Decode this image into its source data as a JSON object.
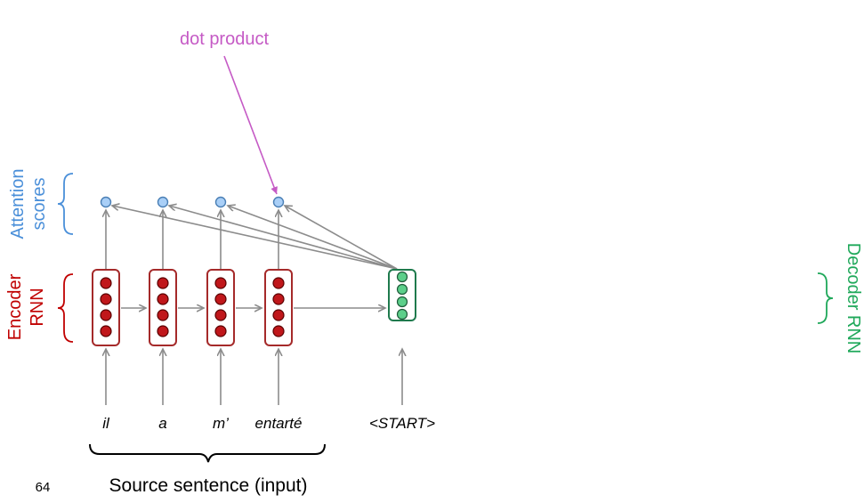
{
  "annotation": {
    "text": "dot product",
    "color": "#c55ac5"
  },
  "attention_label": {
    "lines": [
      "Attention",
      "scores"
    ],
    "color": "#4a8fd9"
  },
  "encoder_label": {
    "lines": [
      "Encoder",
      "RNN"
    ],
    "color": "#c00000"
  },
  "decoder_label": {
    "text": "Decoder RNN",
    "color": "#1fa85a"
  },
  "source_words": [
    "il",
    "a",
    "m’",
    "entarté"
  ],
  "start_token": "<START>",
  "source_caption": "Source sentence (input)",
  "slide_number": "64",
  "colors": {
    "encoder_box": "#a52a2a",
    "encoder_dot": "#c0171b",
    "decoder_box": "#1f7a4d",
    "decoder_dot": "#5ccf8a",
    "attention_dot": "#a9cff7",
    "arrow": "#8c8c8c"
  }
}
